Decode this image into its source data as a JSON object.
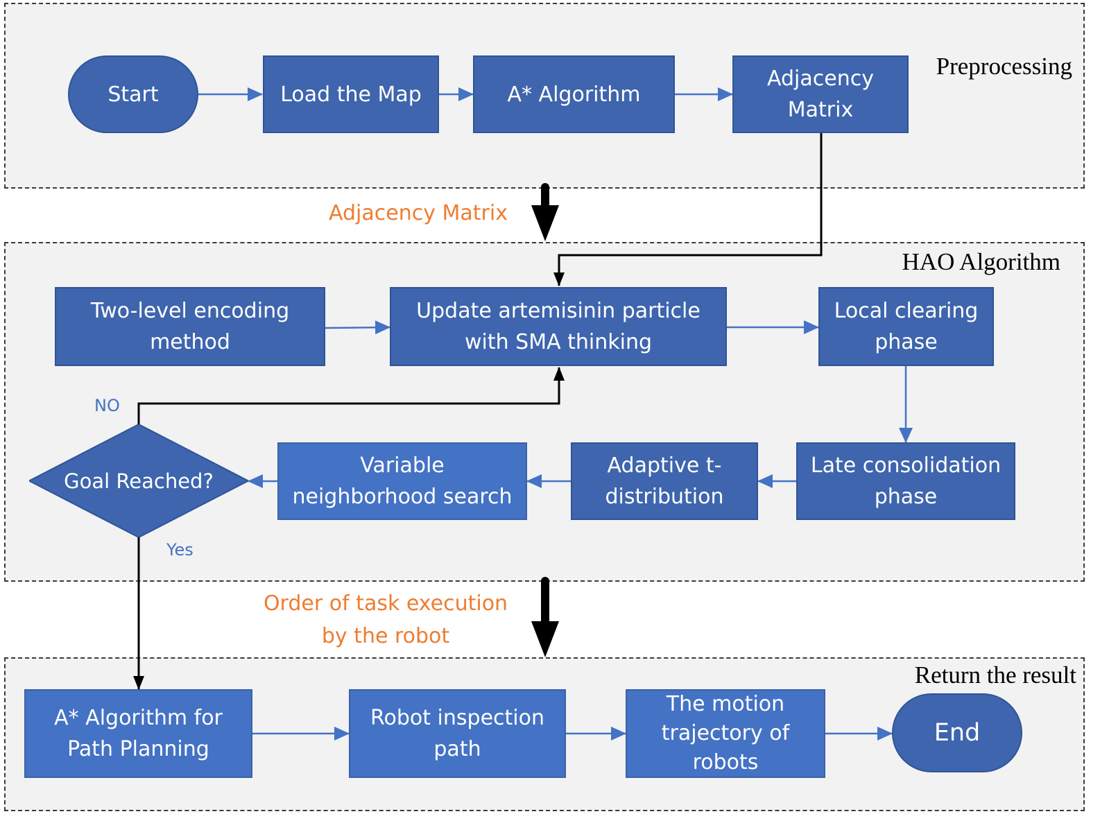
{
  "sections": {
    "preprocessing": "Preprocessing",
    "hao": "HAO Algorithm",
    "result": "Return the result"
  },
  "nodes": {
    "start": "Start",
    "load_map": "Load the Map",
    "a_star": "A* Algorithm",
    "adjacency": [
      "Adjacency",
      "Matrix"
    ],
    "two_level": [
      "Two-level encoding",
      "method"
    ],
    "update": [
      "Update artemisinin particle",
      "with SMA thinking"
    ],
    "local_clearing": [
      "Local clearing",
      "phase"
    ],
    "late_consolidation": [
      "Late consolidation",
      "phase"
    ],
    "adaptive_t": [
      "Adaptive t-",
      "distribution"
    ],
    "vns": [
      "Variable",
      "neighborhood search"
    ],
    "goal": "Goal Reached?",
    "a_star_path": [
      "A* Algorithm for",
      "Path Planning"
    ],
    "inspection": [
      "Robot inspection",
      "path"
    ],
    "trajectory": [
      "The motion",
      "trajectory of",
      "robots"
    ],
    "end": "End"
  },
  "edge_labels": {
    "no": "NO",
    "yes": "Yes"
  },
  "flow_labels": {
    "adjacency_matrix": "Adjacency Matrix",
    "order": [
      "Order of task execution",
      "by the robot"
    ]
  },
  "colors": {
    "node_fill": "#3e65ad",
    "node_fill_light": "#4472c4",
    "connector_blue": "#4472c4",
    "flow_label": "#ed7d31",
    "edge_label": "#4472c4",
    "section_bg": "#f2f2f2"
  }
}
